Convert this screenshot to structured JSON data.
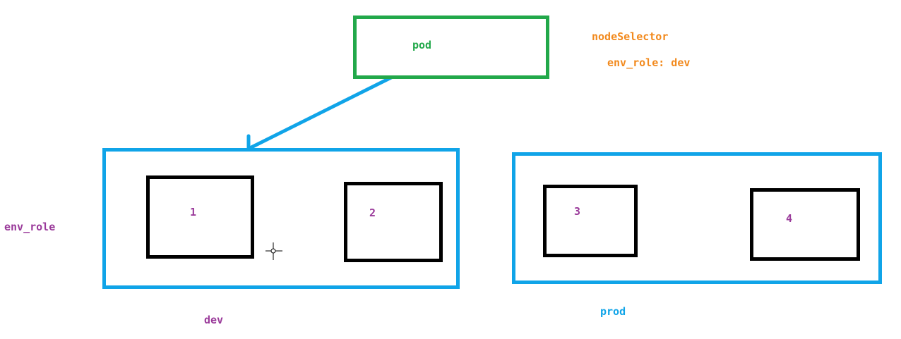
{
  "pod": {
    "label": "pod"
  },
  "node_selector": {
    "title": "nodeSelector",
    "rule": "env_role: dev"
  },
  "label_key": "env_role",
  "groups": [
    {
      "name": "dev",
      "nodes": [
        "1",
        "2"
      ]
    },
    {
      "name": "prod",
      "nodes": [
        "3",
        "4"
      ]
    }
  ],
  "colors": {
    "pod": "#22a84a",
    "group": "#10a4e8",
    "node": "#000000",
    "node_text": "#9a3a9a",
    "selector_text": "#f28a1e"
  },
  "icons": [
    "crosshair-cursor-icon"
  ]
}
